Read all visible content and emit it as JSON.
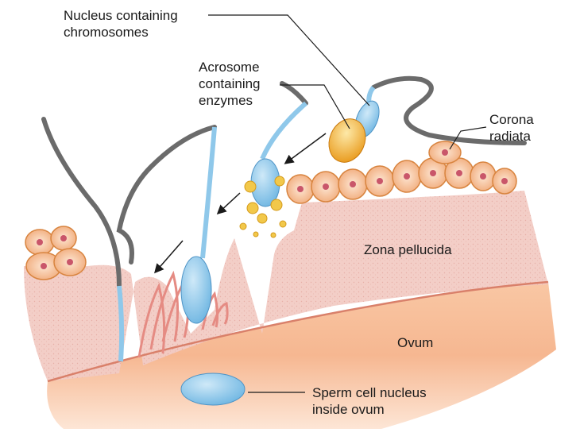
{
  "labels": {
    "nucleus": [
      "Nucleus containing",
      "chromosomes"
    ],
    "acrosome": [
      "Acrosome",
      "containing",
      "enzymes"
    ],
    "corona": [
      "Corona",
      "radiata"
    ],
    "zona": "Zona pellucida",
    "ovum": "Ovum",
    "sperm_nucleus": [
      "Sperm cell nucleus",
      "inside ovum"
    ]
  },
  "colors": {
    "zona": "#f2cbc4",
    "ovum": "#f6b38e",
    "corona_cell": "#f4c09a",
    "sperm_nucleus": "#8fc8ea",
    "acrosome": "#f2b94a",
    "tail": "#6b6b6b"
  }
}
